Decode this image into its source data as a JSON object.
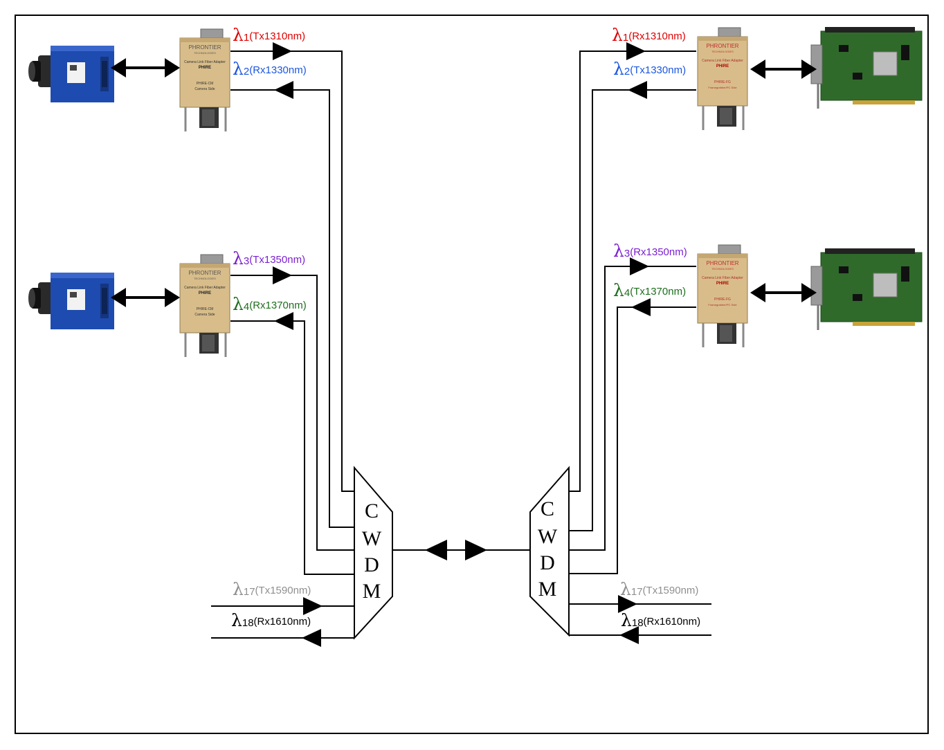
{
  "colors": {
    "lambda1": "#e00000",
    "lambda2": "#1a56e0",
    "lambda3": "#7a1fd0",
    "lambda4": "#1d6e1d",
    "lambda17": "#8f8f8f",
    "lambda18": "#000000",
    "line": "#000000",
    "adapter_body": "#d8bd8a",
    "camera_blue": "#1e4bb0",
    "board_green": "#2f6a2a"
  },
  "symbols": {
    "lambda": "λ"
  },
  "mux": {
    "letters": [
      "C",
      "W",
      "D",
      "M"
    ]
  },
  "adapters": {
    "camera_side": {
      "brand": "PHRONTIER",
      "sub": "TECHNOLOGIES",
      "desc": "Camera Link Fiber Adapter",
      "model": "PHIRE",
      "part": "PHIRE-CM",
      "side": "Camera Side"
    },
    "framegrabber_side": {
      "brand": "PHRONTIER",
      "sub": "TECHNOLOGIES",
      "desc": "Camera Link Fiber Adapter",
      "model": "PHIRE",
      "part": "PHIRE-FG",
      "side": "Framegrabber/PC Side"
    }
  },
  "channels": {
    "left": [
      {
        "num": "1",
        "label": "(Tx1310nm)",
        "color_key": "lambda1"
      },
      {
        "num": "2",
        "label": "(Rx1330nm)",
        "color_key": "lambda2"
      },
      {
        "num": "3",
        "label": "(Tx1350nm)",
        "color_key": "lambda3"
      },
      {
        "num": "4",
        "label": "(Rx1370nm)",
        "color_key": "lambda4"
      },
      {
        "num": "17",
        "label": "(Tx1590nm)",
        "color_key": "lambda17"
      },
      {
        "num": "18",
        "label": "(Rx1610nm)",
        "color_key": "lambda18"
      }
    ],
    "right": [
      {
        "num": "1",
        "label": "(Rx1310nm)",
        "color_key": "lambda1"
      },
      {
        "num": "2",
        "label": "(Tx1330nm)",
        "color_key": "lambda2"
      },
      {
        "num": "3",
        "label": "(Rx1350nm)",
        "color_key": "lambda3"
      },
      {
        "num": "4",
        "label": "(Tx1370nm)",
        "color_key": "lambda4"
      },
      {
        "num": "17",
        "label": "(Tx1590nm)",
        "color_key": "lambda17"
      },
      {
        "num": "18",
        "label": "(Rx1610nm)",
        "color_key": "lambda18"
      }
    ]
  }
}
